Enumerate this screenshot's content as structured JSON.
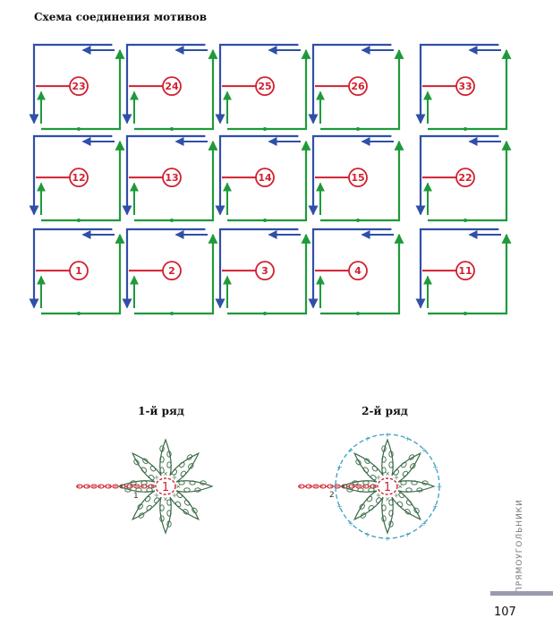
{
  "title": "Схема соединения мотивов",
  "colors": {
    "blue": "#2f4fa8",
    "green": "#1f9a3a",
    "red": "#d1202f",
    "teal": "#3a9fc0",
    "crochet": "#3b6b48"
  },
  "grid": [
    [
      "23",
      "24",
      "25",
      "26",
      "33"
    ],
    [
      "12",
      "13",
      "14",
      "15",
      "22"
    ],
    [
      "1",
      "2",
      "3",
      "4",
      "11"
    ]
  ],
  "diagrams": {
    "row1_title": "1-й ряд",
    "row2_title": "2-й ряд",
    "d1_center": "1",
    "d1_start": "1",
    "d2_center": "1",
    "d2_start": "2"
  },
  "side_label": "ПРЯМОУГОЛЬНИКИ",
  "page_number": "107"
}
